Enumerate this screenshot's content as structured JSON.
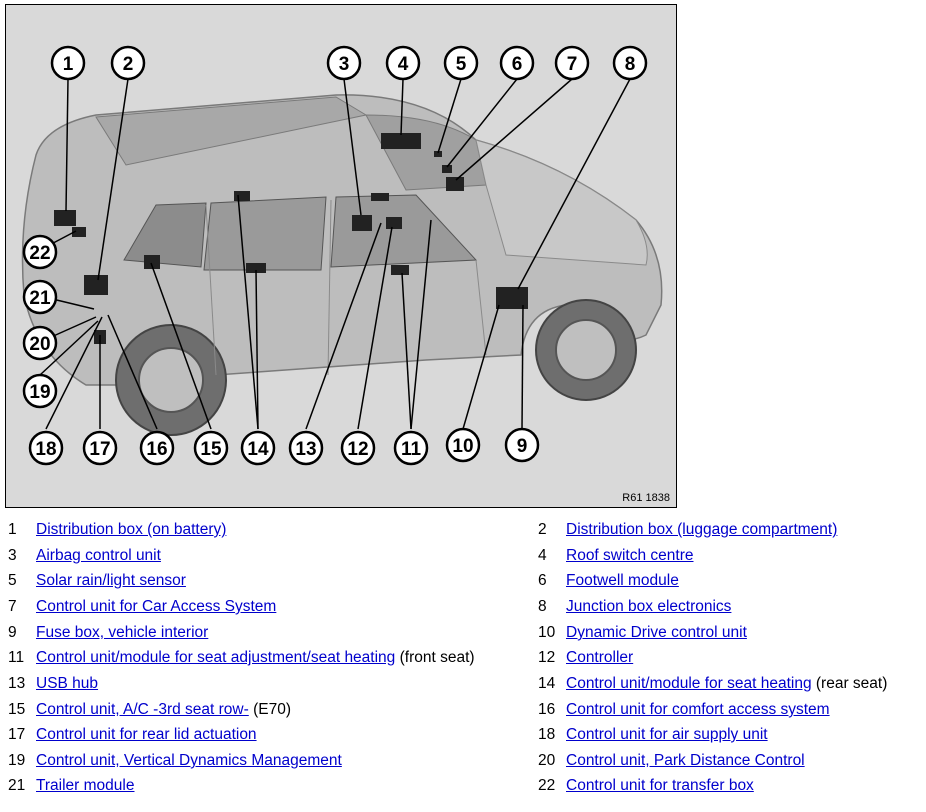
{
  "figure": {
    "code": "R61 1838",
    "callouts": [
      "1",
      "2",
      "3",
      "4",
      "5",
      "6",
      "7",
      "8",
      "9",
      "10",
      "11",
      "12",
      "13",
      "14",
      "15",
      "16",
      "17",
      "18",
      "19",
      "20",
      "21",
      "22"
    ]
  },
  "legend": [
    {
      "num": "1",
      "link": "Distribution box (on battery)",
      "suffix": ""
    },
    {
      "num": "2",
      "link": "Distribution box (luggage compartment)",
      "suffix": ""
    },
    {
      "num": "3",
      "link": "Airbag control unit",
      "suffix": ""
    },
    {
      "num": "4",
      "link": "Roof switch centre",
      "suffix": ""
    },
    {
      "num": "5",
      "link": "Solar rain/light sensor",
      "suffix": ""
    },
    {
      "num": "6",
      "link": "Footwell module",
      "suffix": ""
    },
    {
      "num": "7",
      "link": "Control unit for Car Access System",
      "suffix": ""
    },
    {
      "num": "8",
      "link": "Junction box electronics",
      "suffix": ""
    },
    {
      "num": "9",
      "link": "Fuse box, vehicle interior",
      "suffix": ""
    },
    {
      "num": "10",
      "link": "Dynamic Drive control unit",
      "suffix": ""
    },
    {
      "num": "11",
      "link": "Control unit/module for seat adjustment/seat heating",
      "suffix": " (front seat)"
    },
    {
      "num": "12",
      "link": "Controller",
      "suffix": ""
    },
    {
      "num": "13",
      "link": "USB hub",
      "suffix": ""
    },
    {
      "num": "14",
      "link": "Control unit/module for seat heating",
      "suffix": " (rear seat)"
    },
    {
      "num": "15",
      "link": "Control unit, A/C -3rd seat row-",
      "suffix": " (E70)"
    },
    {
      "num": "16",
      "link": "Control unit for comfort access system",
      "suffix": ""
    },
    {
      "num": "17",
      "link": "Control unit for rear lid actuation",
      "suffix": ""
    },
    {
      "num": "18",
      "link": "Control unit for air supply unit",
      "suffix": ""
    },
    {
      "num": "19",
      "link": "Control unit, Vertical Dynamics Management",
      "suffix": ""
    },
    {
      "num": "20",
      "link": "Control unit, Park Distance Control",
      "suffix": ""
    },
    {
      "num": "21",
      "link": "Trailer module",
      "suffix": ""
    },
    {
      "num": "22",
      "link": "Control unit for transfer box",
      "suffix": ""
    }
  ]
}
